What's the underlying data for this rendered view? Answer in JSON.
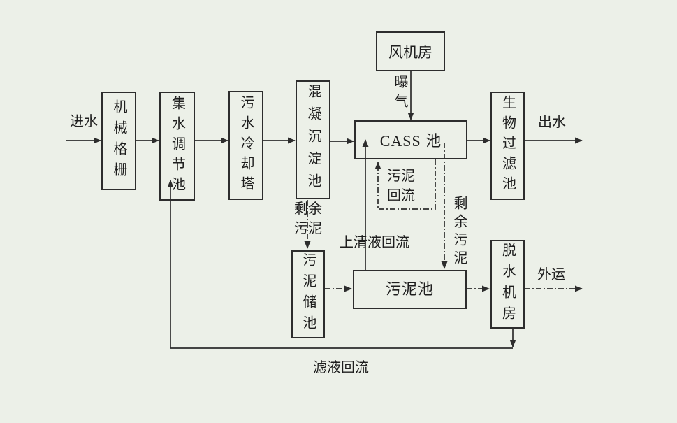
{
  "page": {
    "background_color": "#ecf0e8",
    "line_color": "#2d2d2d"
  },
  "nodes": {
    "mechanical_screen": {
      "label": "机械格栅"
    },
    "collection_regulating_tank": {
      "label": "集水调节池"
    },
    "wastewater_cooling_tower": {
      "label": "污水冷却塔"
    },
    "coagulation_sedimentation_tank": {
      "label": "混凝沉淀池"
    },
    "fan_room": {
      "label": "风机房"
    },
    "cass_tank": {
      "label": "CASS 池"
    },
    "biological_filter_tank": {
      "label": "生物过滤池"
    },
    "sludge_storage_tank": {
      "label": "污泥储池"
    },
    "sludge_tank": {
      "label": "污泥池"
    },
    "dewatering_room": {
      "label": "脱水机房"
    }
  },
  "flow_labels": {
    "inflow": "进水",
    "outflow": "出水",
    "aeration": "曝气",
    "excess_sludge_left": "剩余污泥",
    "sludge_return": "污泥回流",
    "excess_sludge_right": "剩余污泥",
    "supernatant_return": "上清液回流",
    "outward_transport": "外运",
    "filtrate_return": "滤液回流"
  }
}
